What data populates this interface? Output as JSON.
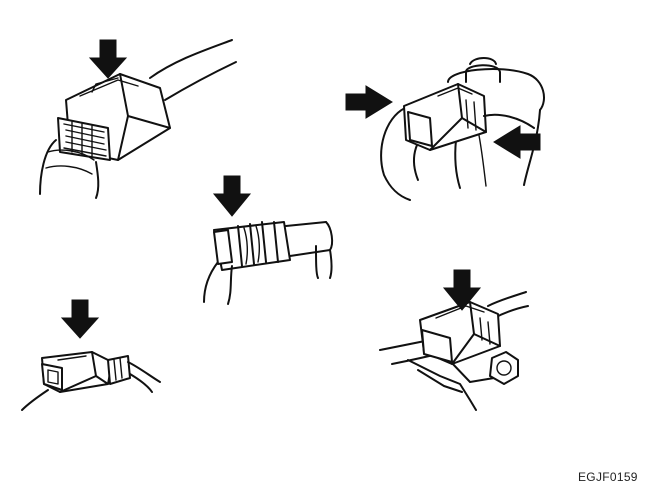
{
  "figure": {
    "code": "EGJF0159",
    "connectors": [
      {
        "id": "connector-upper-left",
        "arrows": 1
      },
      {
        "id": "connector-upper-right",
        "arrows": 2
      },
      {
        "id": "connector-center",
        "arrows": 1
      },
      {
        "id": "connector-lower-left",
        "arrows": 1
      },
      {
        "id": "connector-lower-right",
        "arrows": 1
      }
    ],
    "ink_color": "#111111",
    "background_color": "#ffffff"
  }
}
